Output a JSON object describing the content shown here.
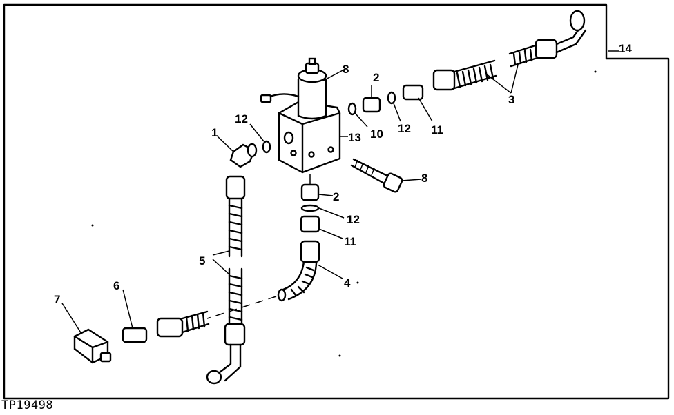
{
  "figure_id": "TP19498",
  "callouts": [
    {
      "id": "c1",
      "label": "1"
    },
    {
      "id": "c2a",
      "label": "2"
    },
    {
      "id": "c2b",
      "label": "2"
    },
    {
      "id": "c3",
      "label": "3"
    },
    {
      "id": "c4",
      "label": "4"
    },
    {
      "id": "c5",
      "label": "5"
    },
    {
      "id": "c6",
      "label": "6"
    },
    {
      "id": "c7",
      "label": "7"
    },
    {
      "id": "c8a",
      "label": "8"
    },
    {
      "id": "c8b",
      "label": "8"
    },
    {
      "id": "c10",
      "label": "10"
    },
    {
      "id": "c11a",
      "label": "11"
    },
    {
      "id": "c11b",
      "label": "11"
    },
    {
      "id": "c12a",
      "label": "12"
    },
    {
      "id": "c12b",
      "label": "12"
    },
    {
      "id": "c12c",
      "label": "12"
    },
    {
      "id": "c13",
      "label": "13"
    },
    {
      "id": "c14",
      "label": "14"
    }
  ]
}
